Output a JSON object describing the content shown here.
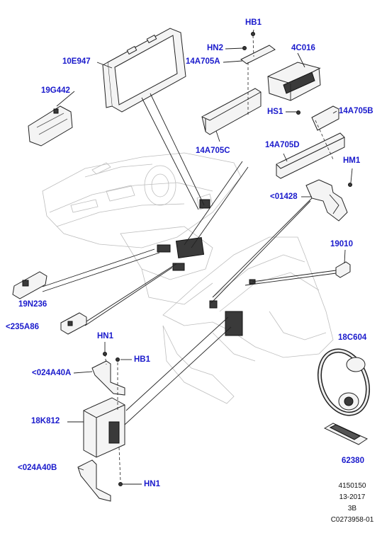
{
  "callouts": {
    "display_unit": "10E947",
    "hb1_top": "HB1",
    "hn2": "HN2",
    "bracket_14a705a": "14A705A",
    "module_4c016": "4C016",
    "part_19g442": "19G442",
    "hs1": "HS1",
    "bracket_14a705b": "14A705B",
    "bracket_14a705c": "14A705C",
    "bracket_14a705d": "14A705D",
    "hm1": "HM1",
    "mount_01428": "<01428",
    "part_19010": "19010",
    "part_19n236": "19N236",
    "part_235a86": "<235A86",
    "hn1_mid": "HN1",
    "hb1_mid": "HB1",
    "bracket_024a40a": "<024A40A",
    "headphones_18c604": "18C604",
    "module_18k812": "18K812",
    "remote_62380": "62380",
    "bracket_024a40b": "<024A40B",
    "hn1_bottom": "HN1"
  },
  "reference": {
    "number": "4150150",
    "date": "13-2017",
    "revision": "3B",
    "image_code": "C0273958-01"
  },
  "colors": {
    "callout": "#1a1acc",
    "line": "#222222",
    "ghost": "#bdbdbd"
  }
}
